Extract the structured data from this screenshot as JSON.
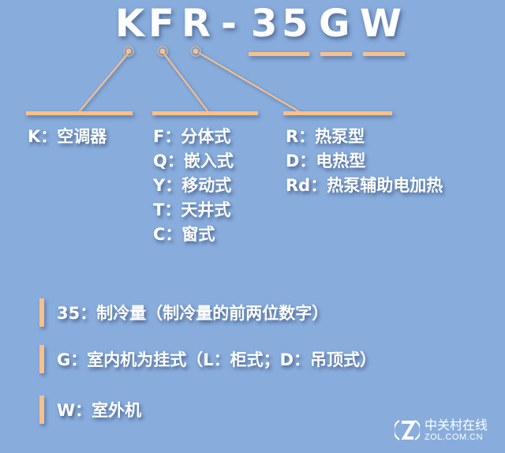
{
  "title": {
    "model_code": "KFR-35GW",
    "chars": [
      "K",
      "F",
      "R",
      "-",
      "3",
      "5",
      "G",
      "W"
    ]
  },
  "colors": {
    "background": "#88acdc",
    "accent": "#fbbf8a",
    "text": "#ffffff"
  },
  "groups": {
    "k": {
      "items": [
        "K：空调器"
      ]
    },
    "f": {
      "items": [
        "F：分体式",
        "Q：嵌入式",
        "Y：移动式",
        "T：天井式",
        "C：窗式"
      ]
    },
    "r": {
      "items": [
        "R：热泵型",
        "D：电热型",
        "Rd：热泵辅助电加热"
      ]
    }
  },
  "notes": [
    {
      "text": "35：制冷量（制冷量的前两位数字）"
    },
    {
      "text": "G：室内机为挂式（L：柜式；D：吊顶式）"
    },
    {
      "text": "W：室外机"
    }
  ],
  "watermark": {
    "icon": "zol-logo-icon",
    "name_cn": "中关村在线",
    "name_en": "ZOL.COM.CN"
  }
}
